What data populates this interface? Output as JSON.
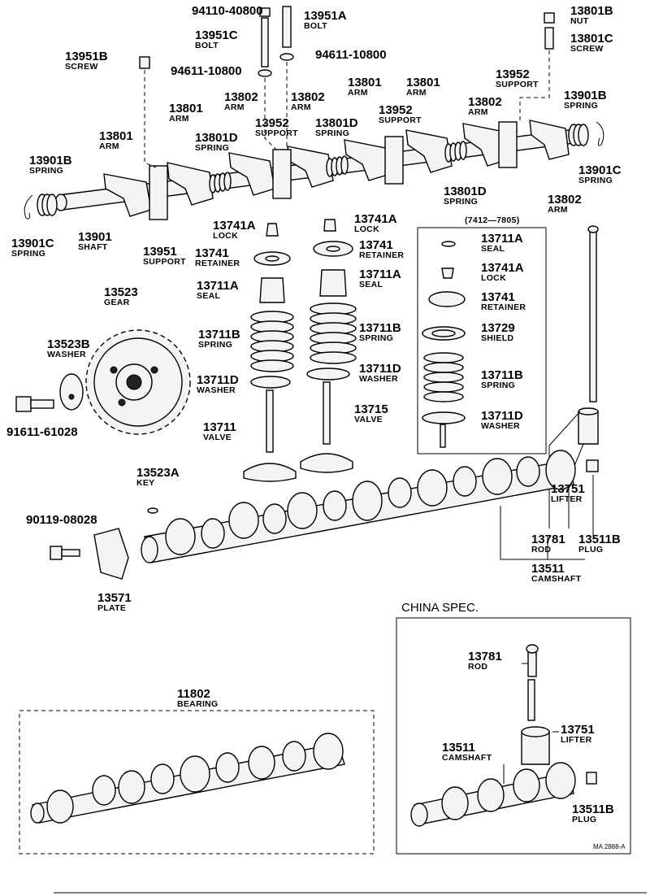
{
  "labels": {
    "l_94110": {
      "pn": "94110-40800",
      "name": ""
    },
    "l_13951A": {
      "pn": "13951A",
      "name": "BOLT"
    },
    "l_13801B": {
      "pn": "13801B",
      "name": "NUT"
    },
    "l_13951C": {
      "pn": "13951C",
      "name": "BOLT"
    },
    "l_13801C": {
      "pn": "13801C",
      "name": "SCREW"
    },
    "l_13951B": {
      "pn": "13951B",
      "name": "SCREW"
    },
    "l_94611a": {
      "pn": "94611-10800",
      "name": ""
    },
    "l_94611b": {
      "pn": "94611-10800",
      "name": ""
    },
    "l_13952c": {
      "pn": "13952",
      "name": "SUPPORT"
    },
    "l_13901B_r": {
      "pn": "13901B",
      "name": "SPRING"
    },
    "l_13801_1": {
      "pn": "13801",
      "name": "ARM"
    },
    "l_13802_1": {
      "pn": "13802",
      "name": "ARM"
    },
    "l_13802_2": {
      "pn": "13802",
      "name": "ARM"
    },
    "l_13801_2": {
      "pn": "13801",
      "name": "ARM"
    },
    "l_13801_3": {
      "pn": "13801",
      "name": "ARM"
    },
    "l_13802_3": {
      "pn": "13802",
      "name": "ARM"
    },
    "l_13801_4": {
      "pn": "13801",
      "name": "ARM"
    },
    "l_13801D_1": {
      "pn": "13801D",
      "name": "SPRING"
    },
    "l_13952a": {
      "pn": "13952",
      "name": "SUPPORT"
    },
    "l_13801D_2": {
      "pn": "13801D",
      "name": "SPRING"
    },
    "l_13952b": {
      "pn": "13952",
      "name": "SUPPORT"
    },
    "l_13901B_l": {
      "pn": "13901B",
      "name": "SPRING"
    },
    "l_13901C_r": {
      "pn": "13901C",
      "name": "SPRING"
    },
    "l_13801D_3": {
      "pn": "13801D",
      "name": "SPRING"
    },
    "l_13802_4": {
      "pn": "13802",
      "name": "ARM"
    },
    "l_13901C_l": {
      "pn": "13901C",
      "name": "SPRING"
    },
    "l_13901": {
      "pn": "13901",
      "name": "SHAFT"
    },
    "l_13951": {
      "pn": "13951",
      "name": "SUPPORT"
    },
    "l_13741A_1": {
      "pn": "13741A",
      "name": "LOCK"
    },
    "l_13741A_2": {
      "pn": "13741A",
      "name": "LOCK"
    },
    "l_13741_1": {
      "pn": "13741",
      "name": "RETAINER"
    },
    "l_13741_2": {
      "pn": "13741",
      "name": "RETAINER"
    },
    "l_13711A_1": {
      "pn": "13711A",
      "name": "SEAL"
    },
    "l_13711A_2": {
      "pn": "13711A",
      "name": "SEAL"
    },
    "l_13711B_1": {
      "pn": "13711B",
      "name": "SPRING"
    },
    "l_13711B_2": {
      "pn": "13711B",
      "name": "SPRING"
    },
    "l_13711D_1": {
      "pn": "13711D",
      "name": "WASHER"
    },
    "l_13711D_2": {
      "pn": "13711D",
      "name": "WASHER"
    },
    "l_13711": {
      "pn": "13711",
      "name": "VALVE"
    },
    "l_13715": {
      "pn": "13715",
      "name": "VALVE"
    },
    "l_13523": {
      "pn": "13523",
      "name": "GEAR"
    },
    "l_13523B": {
      "pn": "13523B",
      "name": "WASHER"
    },
    "l_91611": {
      "pn": "91611-61028",
      "name": ""
    },
    "l_13523A": {
      "pn": "13523A",
      "name": "KEY"
    },
    "l_90119": {
      "pn": "90119-08028",
      "name": ""
    },
    "l_13571": {
      "pn": "13571",
      "name": "PLATE"
    },
    "l_b_13711A": {
      "pn": "13711A",
      "name": "SEAL"
    },
    "l_b_13741A": {
      "pn": "13741A",
      "name": "LOCK"
    },
    "l_b_13741": {
      "pn": "13741",
      "name": "RETAINER"
    },
    "l_b_13729": {
      "pn": "13729",
      "name": "SHIELD"
    },
    "l_b_13711B": {
      "pn": "13711B",
      "name": "SPRING"
    },
    "l_b_13711D": {
      "pn": "13711D",
      "name": "WASHER"
    },
    "l_13751": {
      "pn": "13751",
      "name": "LIFTER"
    },
    "l_13781": {
      "pn": "13781",
      "name": "ROD"
    },
    "l_13511B": {
      "pn": "13511B",
      "name": "PLUG"
    },
    "l_13511": {
      "pn": "13511",
      "name": "CAMSHAFT"
    },
    "l_11802": {
      "pn": "11802",
      "name": "BEARING"
    },
    "l_c_13781": {
      "pn": "13781",
      "name": "ROD"
    },
    "l_c_13751": {
      "pn": "13751",
      "name": "LIFTER"
    },
    "l_c_13511": {
      "pn": "13511",
      "name": "CAMSHAFT"
    },
    "l_c_13511B": {
      "pn": "13511B",
      "name": "PLUG"
    }
  },
  "date_range": "(7412—7805)",
  "china_spec": "CHINA SPEC.",
  "figure_ref": "MA 2888-A"
}
